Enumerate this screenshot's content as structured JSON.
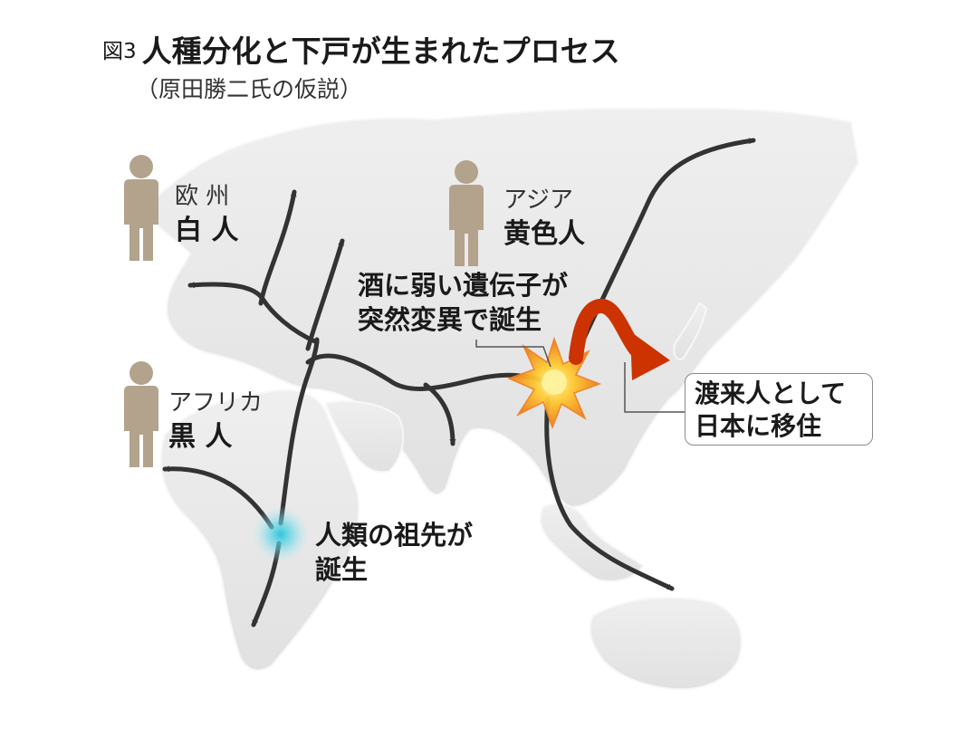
{
  "title": {
    "figure_no": "図3",
    "main": "人種分化と下戸が生まれたプロセス"
  },
  "subtitle": "（原田勝二氏の仮説）",
  "groups": [
    {
      "region": "欧 州",
      "race": "白 人"
    },
    {
      "region": "アジア",
      "race": "黄色人"
    },
    {
      "region": "アフリカ",
      "race": "黒 人"
    }
  ],
  "annotations": {
    "mutation": [
      "酒に弱い遺伝子が",
      "突然変異で誕生"
    ],
    "ancestor": [
      "人類の祖先が",
      "誕生"
    ],
    "japan": [
      "渡来人として",
      "日本に移住"
    ]
  },
  "colors": {
    "person": "#b3a38c",
    "arrow": "#333333",
    "migration_arrow": "#cc3300",
    "origin_glow": "#33ccdd",
    "mutation_burst": "#f08020",
    "land": "#e6e6e6"
  },
  "icons": [
    "person-icon",
    "mutation-burst-icon",
    "origin-glow-icon",
    "migration-arrow-icon"
  ]
}
